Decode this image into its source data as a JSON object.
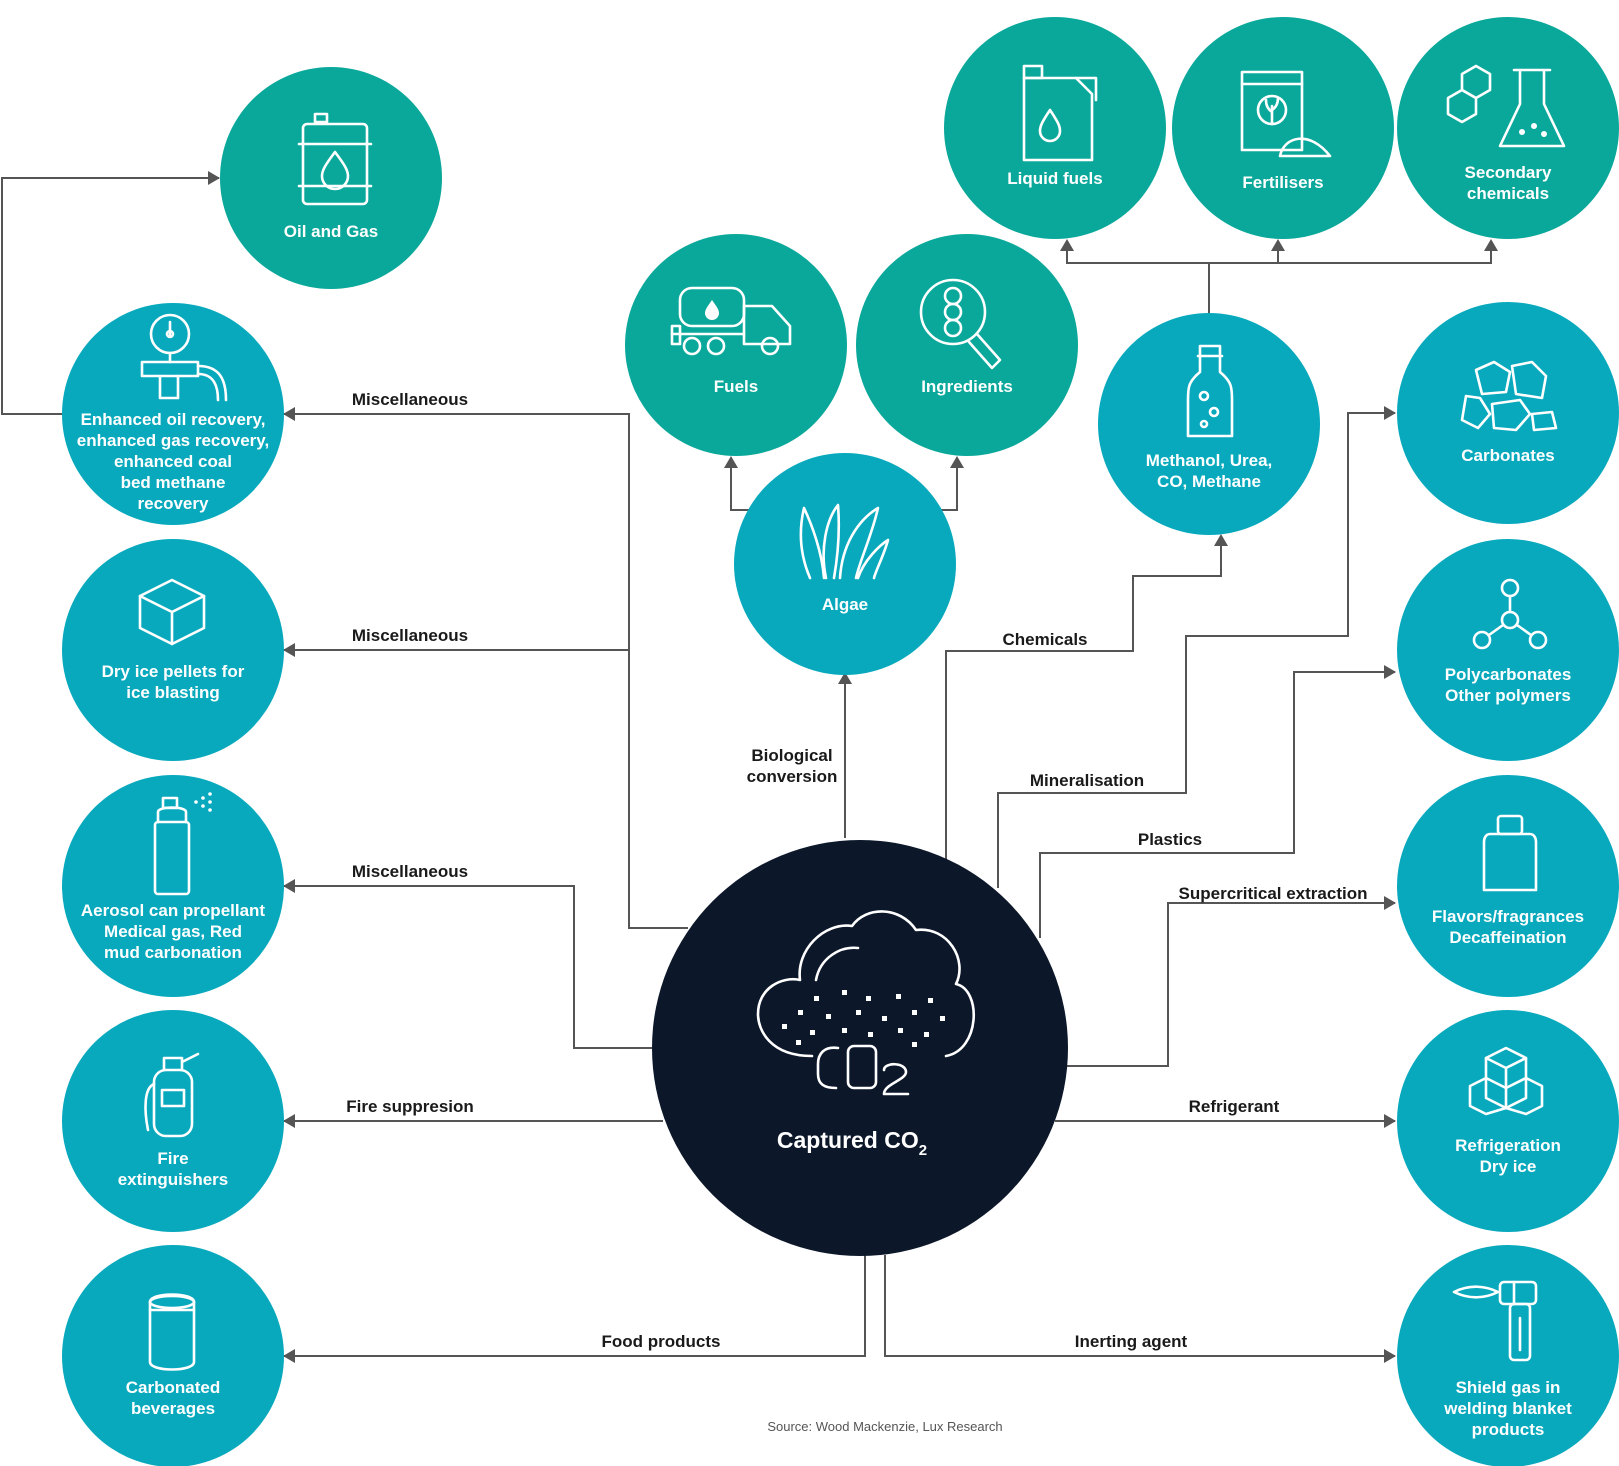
{
  "colors": {
    "green": "#0aa89a",
    "blue": "#08a9bd",
    "navy": "#0c1729",
    "line": "#555555"
  },
  "center": {
    "label": "Captured CO",
    "subscript": "2",
    "icon": "co2-cloud-icon"
  },
  "nodes": {
    "oil_gas": {
      "lines": [
        "Oil and Gas"
      ],
      "icon": "oil-barrel-icon",
      "color": "green"
    },
    "eor": {
      "lines": [
        "Enhanced oil recovery,",
        "enhanced gas recovery,",
        "enhanced coal",
        "bed methane",
        "recovery"
      ],
      "icon": "pressure-gauge-icon",
      "color": "blue"
    },
    "dry_ice_pellets": {
      "lines": [
        "Dry ice pellets for",
        "ice blasting"
      ],
      "icon": "ice-cube-icon",
      "color": "blue"
    },
    "aerosol": {
      "lines": [
        "Aerosol can propellant",
        "Medical gas, Red",
        "mud carbonation"
      ],
      "icon": "aerosol-can-icon",
      "color": "blue"
    },
    "fire_ext": {
      "lines": [
        "Fire",
        "extinguishers"
      ],
      "icon": "fire-extinguisher-icon",
      "color": "blue"
    },
    "beverages": {
      "lines": [
        "Carbonated",
        "beverages"
      ],
      "icon": "soda-can-icon",
      "color": "blue"
    },
    "fuels": {
      "lines": [
        "Fuels"
      ],
      "icon": "tanker-truck-icon",
      "color": "green"
    },
    "ingredients": {
      "lines": [
        "Ingredients"
      ],
      "icon": "magnifier-icon",
      "color": "green"
    },
    "algae": {
      "lines": [
        "Algae"
      ],
      "icon": "algae-icon",
      "color": "blue"
    },
    "liquid_fuels": {
      "lines": [
        "Liquid fuels"
      ],
      "icon": "jerrycan-icon",
      "color": "green"
    },
    "fertilisers": {
      "lines": [
        "Fertilisers"
      ],
      "icon": "fertiliser-bag-icon",
      "color": "green"
    },
    "secondary_chem": {
      "lines": [
        "Secondary",
        "chemicals"
      ],
      "icon": "molecule-flask-icon",
      "color": "green"
    },
    "methanol": {
      "lines": [
        "Methanol, Urea,",
        "CO, Methane"
      ],
      "icon": "bottle-icon",
      "color": "blue"
    },
    "carbonates": {
      "lines": [
        "Carbonates"
      ],
      "icon": "rocks-icon",
      "color": "blue"
    },
    "polycarbonates": {
      "lines": [
        "Polycarbonates",
        "Other polymers"
      ],
      "icon": "polymer-icon",
      "color": "blue"
    },
    "flavors": {
      "lines": [
        "Flavors/fragrances",
        "Decaffeination"
      ],
      "icon": "perfume-bottle-icon",
      "color": "blue"
    },
    "refrigeration": {
      "lines": [
        "Refrigeration",
        "Dry ice"
      ],
      "icon": "ice-cubes-icon",
      "color": "blue"
    },
    "shield_gas": {
      "lines": [
        "Shield gas in",
        "welding blanket",
        "products"
      ],
      "icon": "welding-torch-icon",
      "color": "blue"
    }
  },
  "edges": {
    "misc_1": "Miscellaneous",
    "misc_2": "Miscellaneous",
    "misc_3": "Miscellaneous",
    "fire": "Fire suppresion",
    "food": "Food products",
    "bio": [
      "Biological",
      "conversion"
    ],
    "chemicals": "Chemicals",
    "mineral": "Mineralisation",
    "plastics": "Plastics",
    "supercritical": "Supercritical extraction",
    "refrigerant": "Refrigerant",
    "inerting": "Inerting agent"
  },
  "source": "Source: Wood Mackenzie, Lux Research"
}
